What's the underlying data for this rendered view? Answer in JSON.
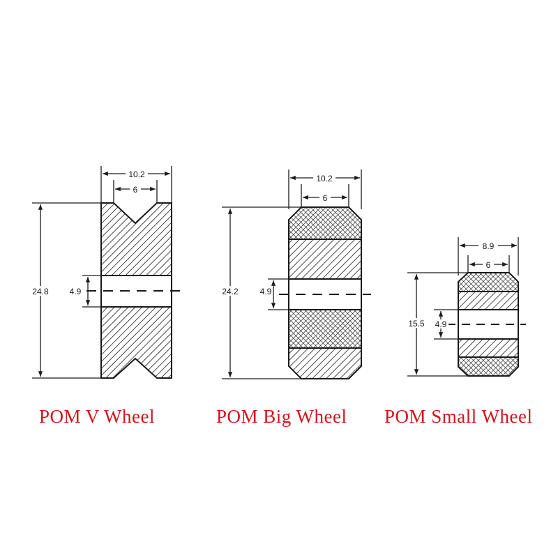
{
  "colors": {
    "caption": "#d4141a",
    "line": "#1a1a1a",
    "background": "#ffffff"
  },
  "wheels": [
    {
      "name": "POM V Wheel",
      "outer_width": "10.2",
      "inner_width": "6",
      "diameter": "24.8",
      "bore": "4.9"
    },
    {
      "name": "POM Big Wheel",
      "outer_width": "10.2",
      "inner_width": "6",
      "diameter": "24.2",
      "bore": "4.9"
    },
    {
      "name": "POM Small Wheel",
      "outer_width": "8.9",
      "inner_width": "6",
      "diameter": "15.5",
      "bore": "4.9"
    }
  ]
}
